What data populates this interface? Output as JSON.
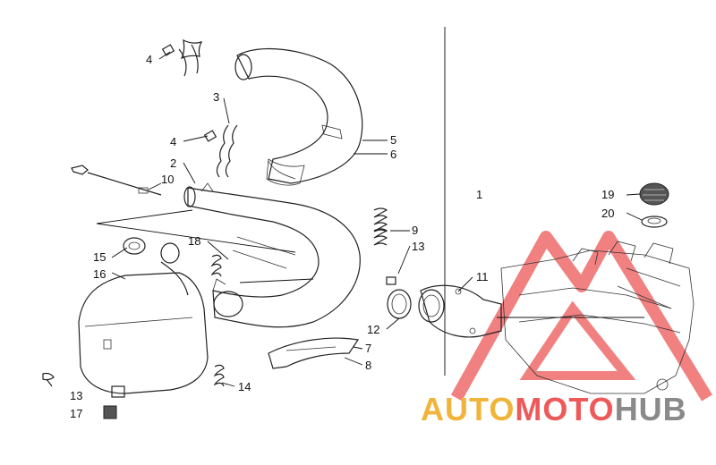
{
  "diagram": {
    "callouts": [
      {
        "id": "c-4a",
        "text": "4"
      },
      {
        "id": "c-3",
        "text": "3"
      },
      {
        "id": "c-4b",
        "text": "4"
      },
      {
        "id": "c-2",
        "text": "2"
      },
      {
        "id": "c-10",
        "text": "10"
      },
      {
        "id": "c-5",
        "text": "5"
      },
      {
        "id": "c-6",
        "text": "6"
      },
      {
        "id": "c-1",
        "text": "1"
      },
      {
        "id": "c-19",
        "text": "19"
      },
      {
        "id": "c-20",
        "text": "20"
      },
      {
        "id": "c-9",
        "text": "9"
      },
      {
        "id": "c-13a",
        "text": "13"
      },
      {
        "id": "c-18",
        "text": "18"
      },
      {
        "id": "c-15",
        "text": "15"
      },
      {
        "id": "c-16",
        "text": "16"
      },
      {
        "id": "c-11",
        "text": "11"
      },
      {
        "id": "c-12",
        "text": "12"
      },
      {
        "id": "c-7",
        "text": "7"
      },
      {
        "id": "c-8",
        "text": "8"
      },
      {
        "id": "c-14",
        "text": "14"
      },
      {
        "id": "c-13b",
        "text": "13"
      },
      {
        "id": "c-17",
        "text": "17"
      }
    ]
  },
  "watermark": {
    "text_part1": "AUTO",
    "text_part2": "MOTO",
    "text_part3": "HUB",
    "color_part1": "#f1b43a",
    "color_part2": "#ee5a5a",
    "color_part3": "#8a8a8a"
  }
}
